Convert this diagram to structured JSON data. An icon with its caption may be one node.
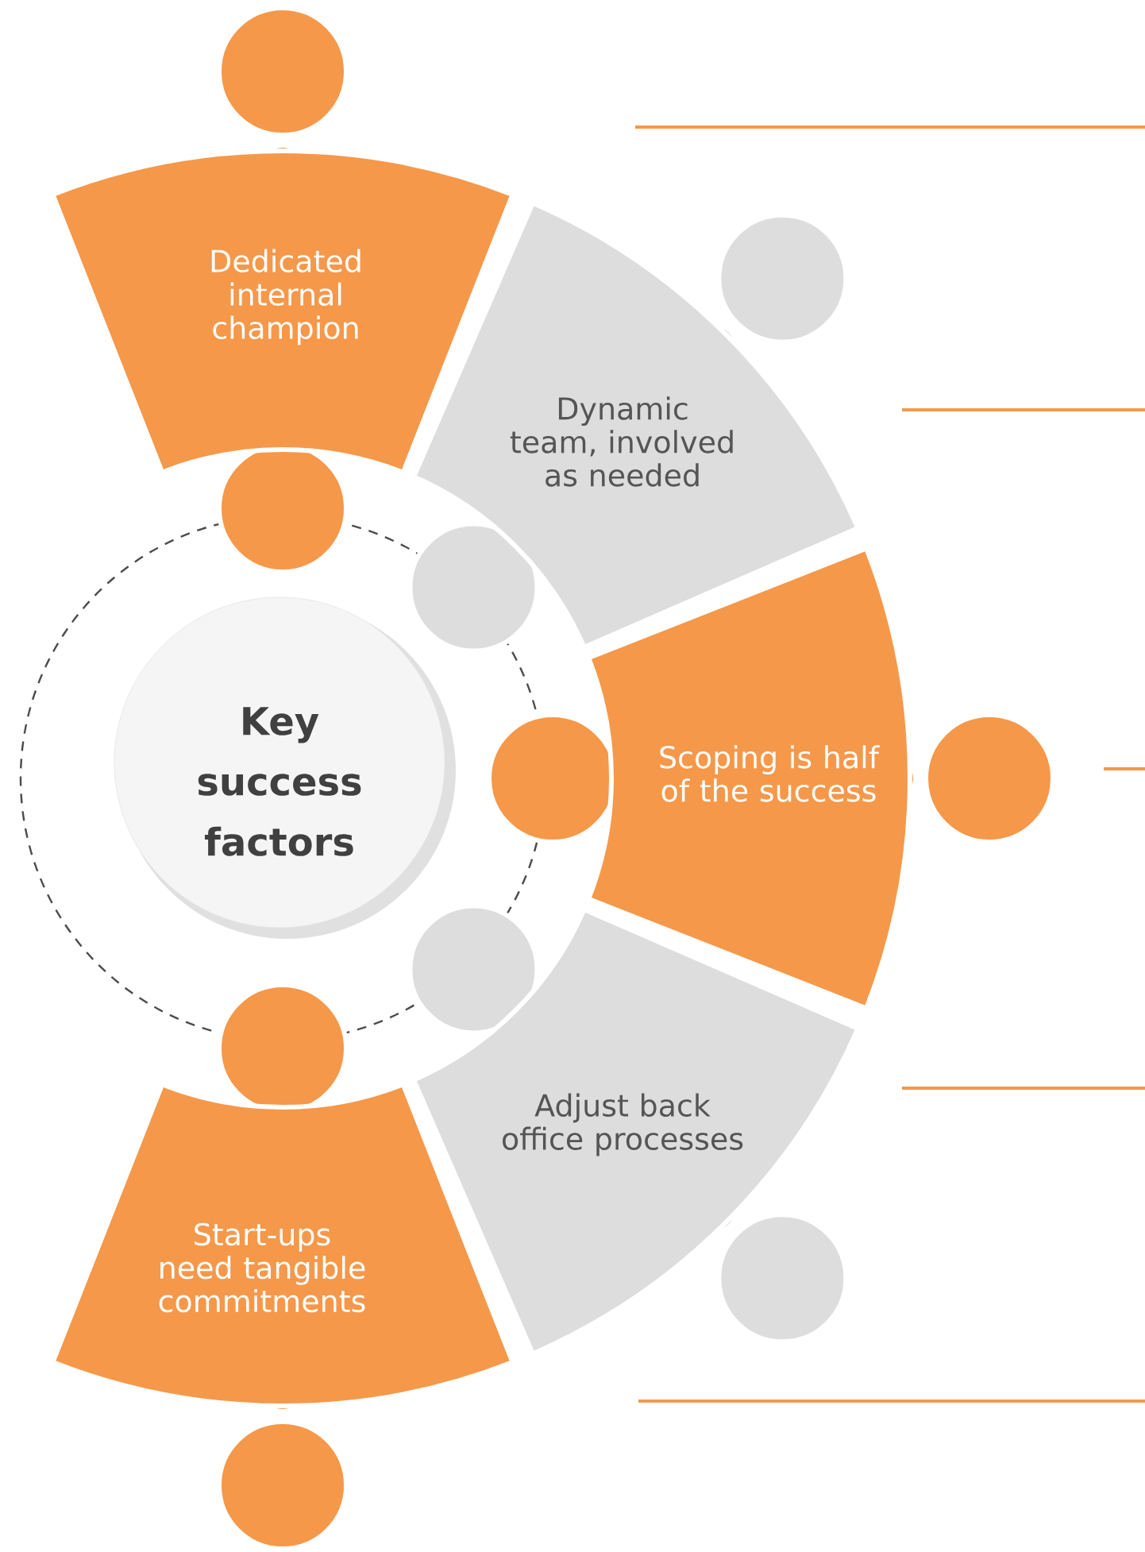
{
  "diagram": {
    "nodes": [
      {
        "text": [
          "Key success factors"
        ]
      },
      {
        "text": [
          "Dedicated internal champion"
        ]
      },
      {
        "text": [
          "Dynamic team, involved as needed"
        ]
      },
      {
        "text": [
          "Scoping is half of the success"
        ]
      },
      {
        "text": [
          "Adjust back office processes"
        ]
      },
      {
        "text": [
          "Start-ups need tangible commitments"
        ]
      }
    ]
  }
}
